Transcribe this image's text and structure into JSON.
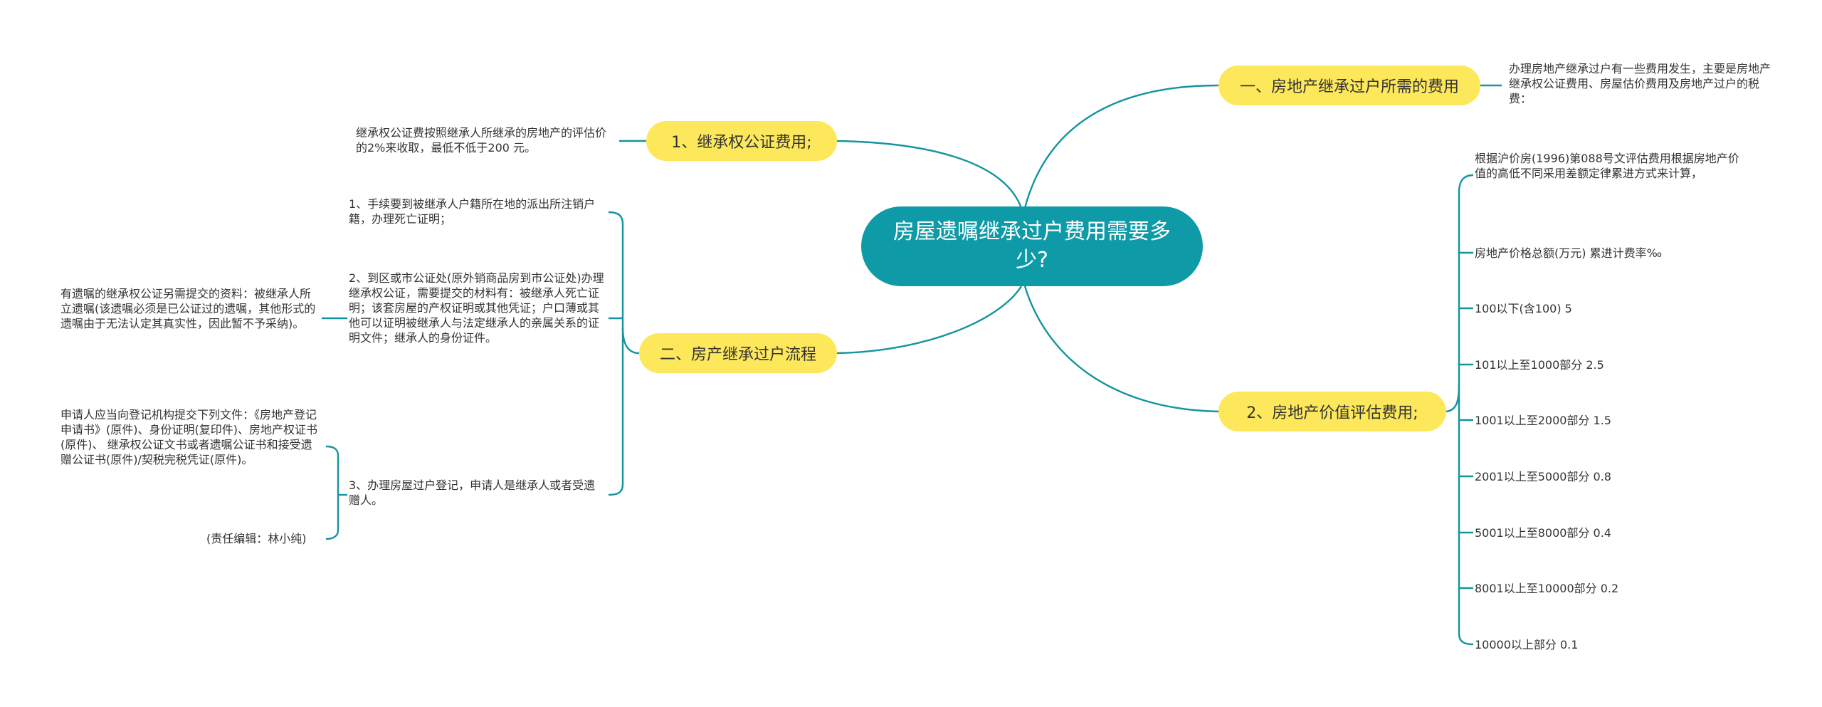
{
  "root": {
    "title": "房屋遗嘱继承过户费用需要多少?"
  },
  "branches": {
    "cost_total": "一、房地产继承过户所需的费用",
    "notary_fee": "1、继承权公证费用;",
    "process": "二、房产继承过户流程",
    "appraisal_fee": "2、房地产价值评估费用;"
  },
  "notes": {
    "cost_total_desc": "办理房地产继承过户有一些费用发生，主要是房地产继承权公证费用、房屋估价费用及房地产过户的税费：",
    "notary_fee_desc": "继承权公证费按照继承人所继承的房地产的评估价的2%来收取，最低不低于200 元。",
    "step1": "1、手续要到被继承人户籍所在地的派出所注销户籍，办理死亡证明；",
    "step2": "2、到区或市公证处(原外销商品房到市公证处)办理继承权公证，需要提交的材料有：被继承人死亡证明；该套房屋的产权证明或其他凭证；户口薄或其他可以证明被继承人与法定继承人的亲属关系的证明文件；继承人的身份证件。",
    "step2_extra": "有遗嘱的继承权公证另需提交的资料：被继承人所立遗嘱(该遗嘱必须是已公证过的遗嘱，其他形式的遗嘱由于无法认定其真实性，因此暂不予采纳)。",
    "step3": "3、办理房屋过户登记，申请人是继承人或者受遗赠人。",
    "step3_docs": "申请人应当向登记机构提交下列文件：《房地产登记申请书》(原件)、身份证明(复印件)、房地产权证书(原件)、 继承权公证文书或者遗嘱公证书和接受遗赠公证书(原件)/契税完税凭证(原件)。",
    "editor": "(责任编辑：林小纯)"
  },
  "appraisal": {
    "basis": "根据沪价房(1996)第088号文评估费用根据房地产价值的高低不同采用差额定律累进方式来计算，",
    "header": "房地产价格总额(万元) 累进计费率‰",
    "tiers": [
      "100以下(含100) 5",
      "101以上至1000部分 2.5",
      "1001以上至2000部分 1.5",
      "2001以上至5000部分 0.8",
      "5001以上至8000部分 0.4",
      "8001以上至10000部分 0.2",
      "10000以上部分 0.1"
    ]
  },
  "colors": {
    "root": "#0e9aa7",
    "branch": "#fde85b",
    "line": "#14949f",
    "text": "#333333"
  }
}
